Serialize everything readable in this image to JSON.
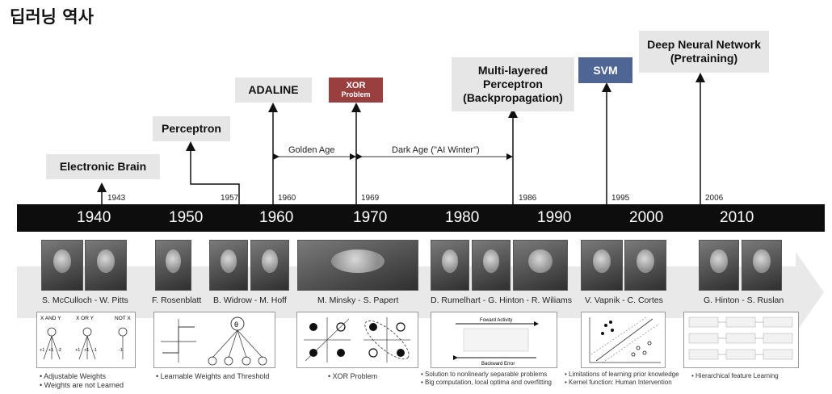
{
  "title": "딥러닝 역사",
  "milestones": [
    {
      "label": "Electronic Brain",
      "year": "1943"
    },
    {
      "label": "Perceptron",
      "year": "1957"
    },
    {
      "label": "ADALINE",
      "year": "1960"
    },
    {
      "label_line1": "XOR",
      "label_line2": "Problem",
      "year": "1969"
    },
    {
      "label": "Multi-layered Perceptron (Backpropagation)",
      "year": "1986"
    },
    {
      "label": "SVM",
      "year": "1995"
    },
    {
      "label": "Deep Neural Network (Pretraining)",
      "year": "2006"
    }
  ],
  "eras": {
    "golden": "Golden Age",
    "dark": "Dark Age (\"AI Winter\")"
  },
  "decades": [
    "1940",
    "1950",
    "1960",
    "1970",
    "1980",
    "1990",
    "2000",
    "2010"
  ],
  "people": [
    "S. McCulloch - W. Pitts",
    "F. Rosenblatt",
    "B. Widrow - M. Hoff",
    "M. Minsky - S. Papert",
    "D. Rumelhart - G. Hinton - R. Wiliams",
    "V. Vapnik - C. Cortes",
    "G. Hinton - S. Ruslan"
  ],
  "notes": [
    {
      "line1": "• Adjustable Weights",
      "line2": "• Weights are not Learned"
    },
    {
      "line1": "• Learnable Weights  and Threshold"
    },
    {
      "line1": "• XOR Problem"
    },
    {
      "line1": "• Solution to nonlinearly separable problems",
      "line2": "• Big computation, local optima and overfitting"
    },
    {
      "line1": "• Limitations of learning prior knowledge",
      "line2": "• Kernel function: Human Intervention"
    },
    {
      "line1": "• Hierarchical feature Learning"
    }
  ],
  "diagram_text": {
    "gates": [
      "X AND Y",
      "X OR Y",
      "NOT X"
    ],
    "weights_and": [
      "+1",
      "+1",
      "-2"
    ],
    "weights_or": [
      "+1",
      "+1",
      "-1"
    ],
    "weights_not": [
      "-1"
    ],
    "forward": "Foward Activity",
    "backward": "Backward Error",
    "theta": "θ"
  },
  "colors": {
    "band": "#0d0d0d",
    "box": "#e6e6e6",
    "svm": "#4f6594",
    "xor": "#9a3f3f"
  }
}
